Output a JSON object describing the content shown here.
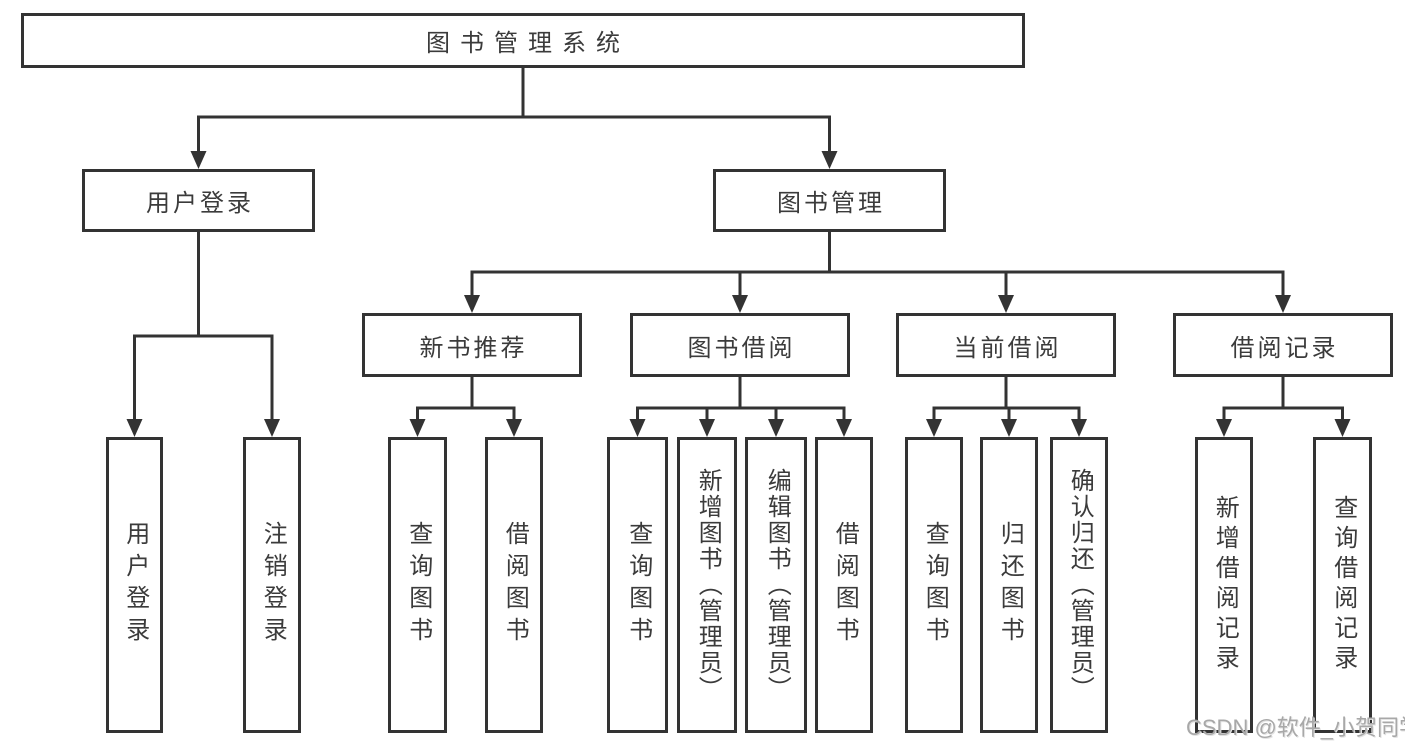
{
  "colors": {
    "background": "#ffffff",
    "line": "#333333",
    "text": "#3b3b3b",
    "watermark": "#a8a8a8"
  },
  "diagram": {
    "root": {
      "label": "图书管理系统"
    },
    "branches": [
      {
        "label": "用户登录",
        "children": [
          {
            "label": "用户登录"
          },
          {
            "label": "注销登录"
          }
        ]
      },
      {
        "label": "图书管理",
        "children": [
          {
            "label": "新书推荐",
            "children": [
              {
                "label": "查询图书"
              },
              {
                "label": "借阅图书"
              }
            ]
          },
          {
            "label": "图书借阅",
            "children": [
              {
                "label": "查询图书"
              },
              {
                "label": "新增图书（管理员）"
              },
              {
                "label": "编辑图书（管理员）"
              },
              {
                "label": "借阅图书"
              }
            ]
          },
          {
            "label": "当前借阅",
            "children": [
              {
                "label": "查询图书"
              },
              {
                "label": "归还图书"
              },
              {
                "label": "确认归还（管理员）"
              }
            ]
          },
          {
            "label": "借阅记录",
            "children": [
              {
                "label": "新增借阅记录"
              },
              {
                "label": "查询借阅记录"
              }
            ]
          }
        ]
      }
    ]
  },
  "watermark": {
    "text": "CSDN @软件_小贺同学"
  }
}
